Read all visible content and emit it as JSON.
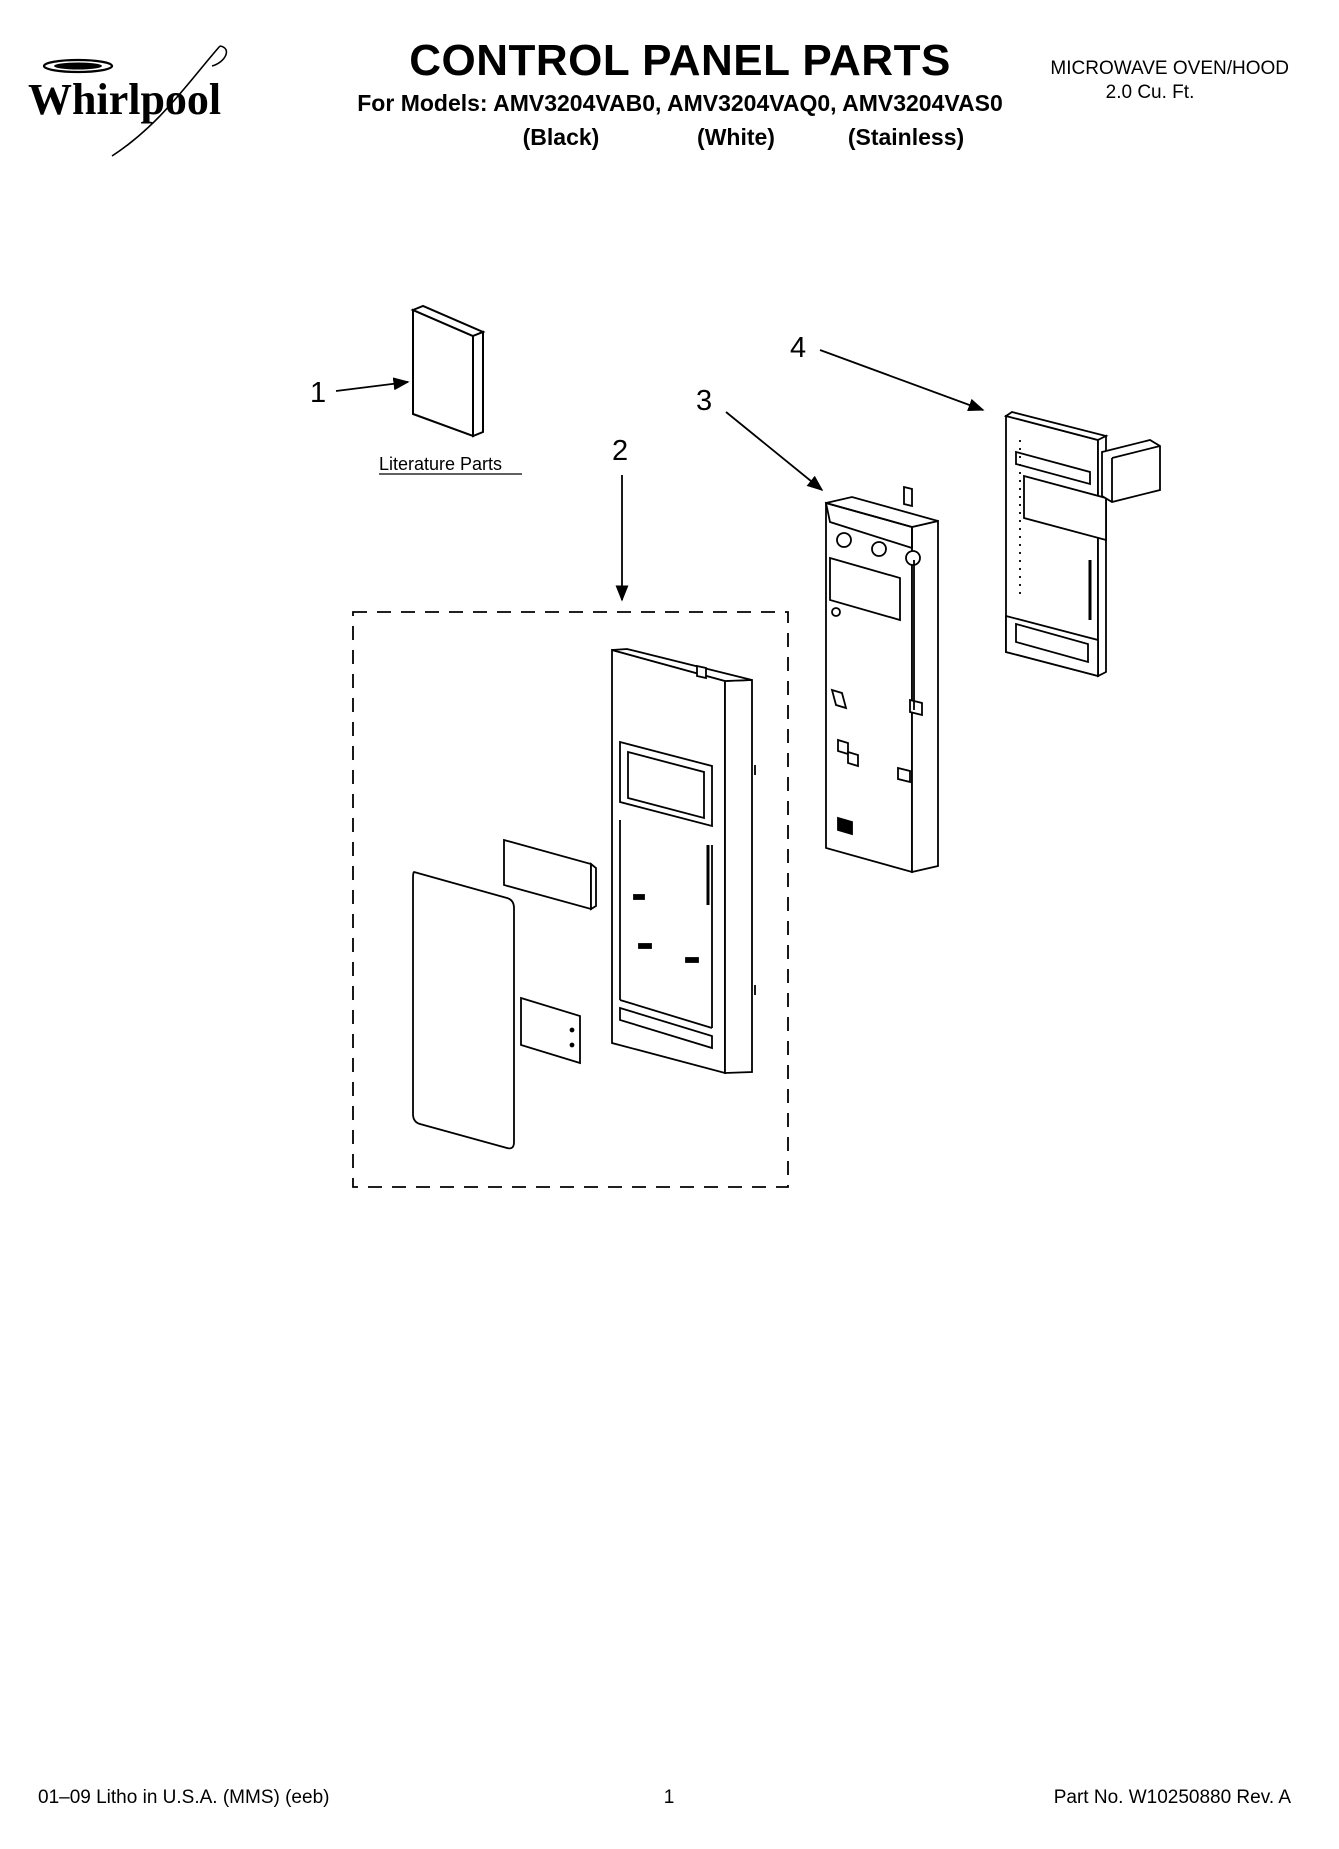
{
  "brand": {
    "logo_text": "Whirlpool"
  },
  "header": {
    "title": "CONTROL PANEL PARTS",
    "models_line": "For Models: AMV3204VAB0, AMV3204VAQ0, AMV3204VAS0",
    "variants": [
      "(Black)",
      "(White)",
      "(Stainless)"
    ],
    "product_type": "MICROWAVE OVEN/HOOD",
    "capacity": "2.0 Cu. Ft."
  },
  "diagram": {
    "callouts": [
      "1",
      "2",
      "3",
      "4"
    ],
    "literature_caption": "Literature Parts"
  },
  "footer": {
    "left": "01–09 Litho in U.S.A. (MMS) (eeb)",
    "page": "1",
    "right": "Part No. W10250880 Rev. A"
  }
}
